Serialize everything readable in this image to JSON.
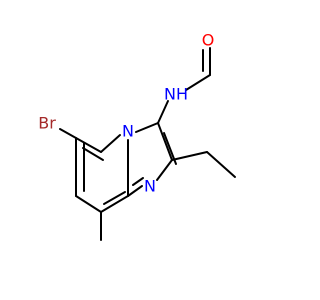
{
  "atoms": {
    "bromine": {
      "label": "Br",
      "color": "#a52a2a"
    },
    "ring_nitrogen": {
      "label": "N",
      "color": "#0000ff"
    },
    "imine_nitrogen": {
      "label": "N",
      "color": "#0000ff"
    },
    "amide_nitrogen": {
      "label": "NH",
      "color": "#0000ff"
    },
    "carbonyl_oxygen": {
      "label": "O",
      "color": "#ff0000"
    }
  },
  "colors": {
    "bond": "#000000",
    "background": "#ffffff"
  }
}
